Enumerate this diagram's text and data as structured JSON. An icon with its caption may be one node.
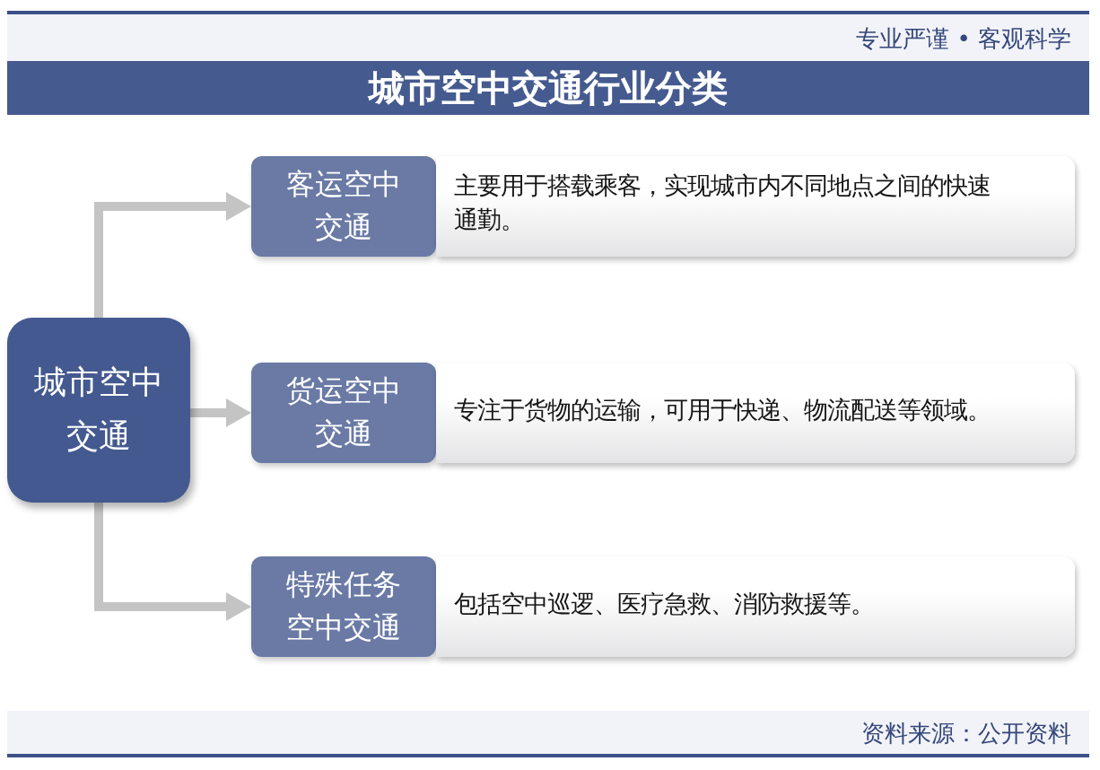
{
  "diagram": {
    "title": "城市空中交通行业分类",
    "nodes": [
      {
        "text": [
          "城市空中交通"
        ]
      },
      {
        "text": [
          "客运空中交通"
        ]
      },
      {
        "text": [
          "主要用于搭载乘客，实现城市内不同地点之间的快速通勤。"
        ]
      },
      {
        "text": [
          "货运空中交通"
        ]
      },
      {
        "text": [
          "专注于货物的运输，可用于快递、物流配送等领域。"
        ]
      },
      {
        "text": [
          "特殊任务空中交通"
        ]
      },
      {
        "text": [
          "包括空中巡逻、医疗急救、消防救援等。"
        ]
      }
    ],
    "edges": [
      {
        "from": 0,
        "to": 1,
        "arrow": "to"
      },
      {
        "from": 0,
        "to": 3,
        "arrow": "to"
      },
      {
        "from": 0,
        "to": 5,
        "arrow": "to"
      }
    ],
    "labels": [
      "专业严谨 • 客观科学",
      "资料来源：公开资料"
    ]
  }
}
